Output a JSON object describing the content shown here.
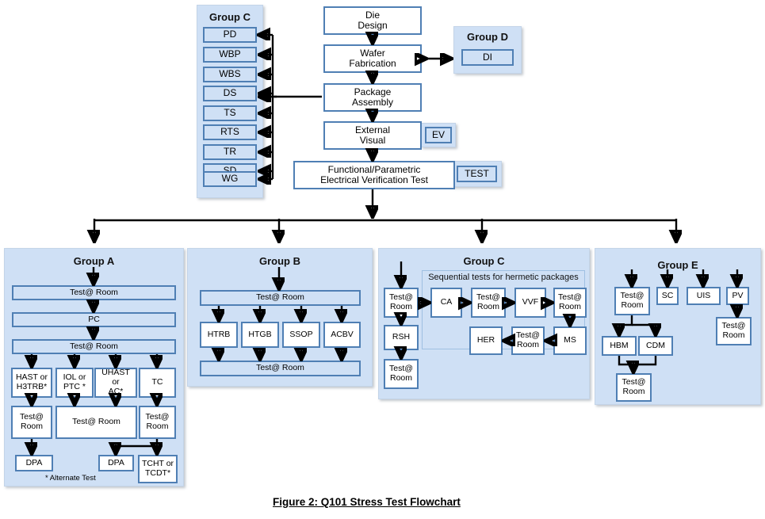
{
  "figure": {
    "caption": "Figure 2:  Q101 Stress Test Flowchart"
  },
  "top_flow": {
    "nodes": [
      {
        "id": "die-design",
        "label": "Die\nDesign"
      },
      {
        "id": "wafer-fab",
        "label": "Wafer\nFabrication"
      },
      {
        "id": "pkg-asm",
        "label": "Package\nAssembly"
      },
      {
        "id": "ext-visual",
        "label": "External\nVisual"
      },
      {
        "id": "func-test",
        "label": "Functional/Parametric\nElectrical Verification Test"
      }
    ],
    "badges": [
      {
        "id": "ev",
        "label": "EV"
      },
      {
        "id": "test",
        "label": "TEST"
      }
    ]
  },
  "group_c_top": {
    "title": "Group C",
    "items": [
      "PD",
      "WBP",
      "WBS",
      "DS",
      "TS",
      "RTS",
      "TR",
      "SD",
      "WG"
    ]
  },
  "group_d": {
    "title": "Group D",
    "items": [
      "DI"
    ]
  },
  "group_a": {
    "title": "Group A",
    "footnote": "* Alternate Test",
    "nodes": [
      {
        "id": "a-test1",
        "label": "Test@ Room"
      },
      {
        "id": "a-pc",
        "label": "PC"
      },
      {
        "id": "a-test2",
        "label": "Test@ Room"
      },
      {
        "id": "a-hast",
        "label": "HAST or\nH3TRB*"
      },
      {
        "id": "a-iol",
        "label": "IOL or\nPTC *"
      },
      {
        "id": "a-uhast",
        "label": "UHAST or\nAC*"
      },
      {
        "id": "a-tc",
        "label": "TC"
      },
      {
        "id": "a-test3",
        "label": "Test@\nRoom"
      },
      {
        "id": "a-test4",
        "label": "Test@ Room"
      },
      {
        "id": "a-test5",
        "label": "Test@\nRoom"
      },
      {
        "id": "a-dpa1",
        "label": "DPA"
      },
      {
        "id": "a-dpa2",
        "label": "DPA"
      },
      {
        "id": "a-tcht",
        "label": "TCHT or\nTCDT*"
      }
    ]
  },
  "group_b": {
    "title": "Group B",
    "nodes": [
      {
        "id": "b-test1",
        "label": "Test@ Room"
      },
      {
        "id": "b-htrb",
        "label": "HTRB"
      },
      {
        "id": "b-htgb",
        "label": "HTGB"
      },
      {
        "id": "b-ssop",
        "label": "SSOP"
      },
      {
        "id": "b-acbv",
        "label": "ACBV"
      },
      {
        "id": "b-test2",
        "label": "Test@ Room"
      }
    ]
  },
  "group_c_bottom": {
    "title": "Group C",
    "subtitle": "Sequential tests for hermetic packages",
    "nodes": [
      {
        "id": "c-test1",
        "label": "Test@\nRoom"
      },
      {
        "id": "c-rsh",
        "label": "RSH"
      },
      {
        "id": "c-test2",
        "label": "Test@\nRoom"
      },
      {
        "id": "c-ca",
        "label": "CA"
      },
      {
        "id": "c-test3",
        "label": "Test@\nRoom"
      },
      {
        "id": "c-vvf",
        "label": "VVF"
      },
      {
        "id": "c-test4",
        "label": "Test@\nRoom"
      },
      {
        "id": "c-ms",
        "label": "MS"
      },
      {
        "id": "c-test5",
        "label": "Test@\nRoom"
      },
      {
        "id": "c-her",
        "label": "HER"
      }
    ]
  },
  "group_e": {
    "title": "Group E",
    "nodes": [
      {
        "id": "e-test1",
        "label": "Test@\nRoom"
      },
      {
        "id": "e-sc",
        "label": "SC"
      },
      {
        "id": "e-uis",
        "label": "UIS"
      },
      {
        "id": "e-pv",
        "label": "PV"
      },
      {
        "id": "e-hbm",
        "label": "HBM"
      },
      {
        "id": "e-cdm",
        "label": "CDM"
      },
      {
        "id": "e-test2",
        "label": "Test@\nRoom"
      },
      {
        "id": "e-test3",
        "label": "Test@\nRoom"
      }
    ]
  },
  "colors": {
    "box_fill": "#cfe0f5",
    "box_border": "#4f7fb4",
    "panel_fill": "#cfe0f5",
    "wire": "#000000",
    "background": "#ffffff"
  }
}
